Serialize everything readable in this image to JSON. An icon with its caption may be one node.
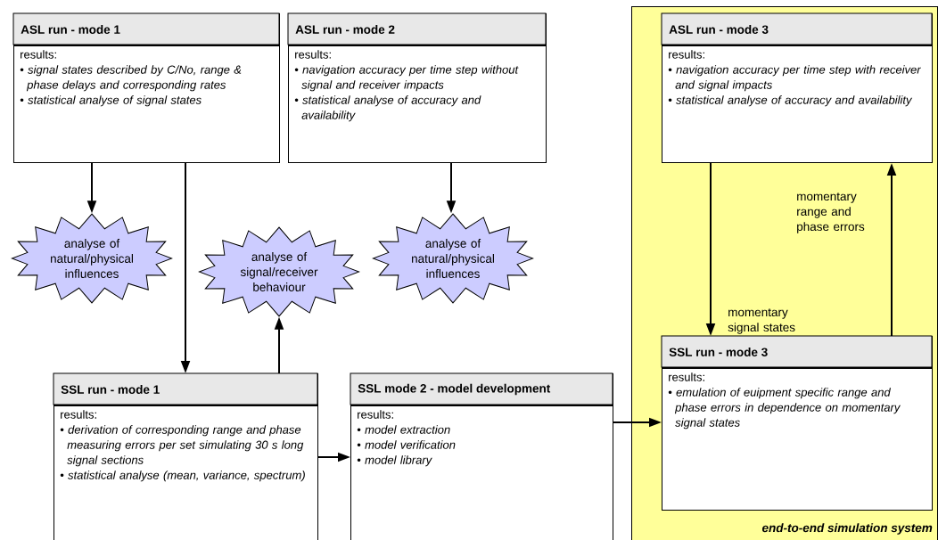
{
  "diagram": {
    "nodes": [
      {
        "text": [
          "ASL run - mode 1",
          "results:",
          "• signal states described by C/No, range & phase delays and corresponding rates",
          "• statistical analyse of signal states"
        ]
      },
      {
        "text": [
          "ASL run - mode 2",
          "results:",
          "• navigation accuracy per time step without signal and receiver impacts",
          "• statistical analyse of accuracy and availability"
        ]
      },
      {
        "text": [
          "end-to-end simulation system"
        ]
      },
      {
        "text": [
          "ASL run - mode 3",
          "results:",
          "• navigation accuracy per time step with receiver and signal impacts",
          "• statistical analyse of accuracy and availability"
        ],
        "in": 2
      },
      {
        "text": [
          "analyse of natural/physical influences"
        ]
      },
      {
        "text": [
          "analyse of signal/receiver behaviour"
        ]
      },
      {
        "text": [
          "analyse of natural/physical influences"
        ]
      },
      {
        "text": [
          "SSL run - mode 1",
          "results:",
          "• derivation of corresponding range and phase measuring errors per set simulating 30 s long signal sections",
          "• statistical analyse (mean, variance, spectrum)"
        ]
      },
      {
        "text": [
          "SSL mode 2 - model development",
          "results:",
          "• model extraction",
          "• model verification",
          "• model library"
        ]
      },
      {
        "text": [
          "SSL run - mode 3",
          "results:",
          "• emulation of euipment specific range and phase errors in dependence on momentary signal states"
        ],
        "in": 2
      }
    ],
    "edges": [
      {
        "from": 0,
        "to": 4,
        "arrow": "to"
      },
      {
        "from": 0,
        "to": 7,
        "arrow": "to"
      },
      {
        "from": 7,
        "to": 5,
        "arrow": "to"
      },
      {
        "from": 1,
        "to": 6,
        "arrow": "to"
      },
      {
        "from": 7,
        "to": 8,
        "arrow": "to"
      },
      {
        "from": 8,
        "to": 9,
        "arrow": "to"
      },
      {
        "from": 3,
        "to": 9,
        "arrow": "to",
        "label": "momentary signal states"
      },
      {
        "from": 9,
        "to": 3,
        "arrow": "to",
        "label": "momentary range and phase errors"
      }
    ]
  }
}
